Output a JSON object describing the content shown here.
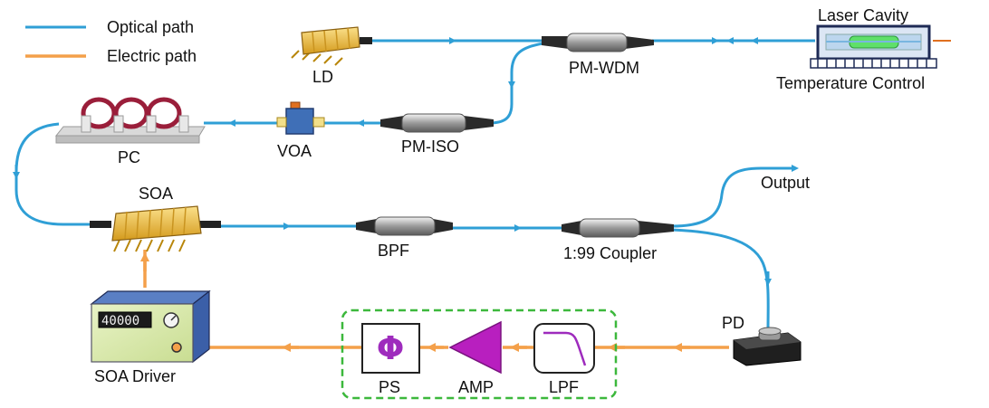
{
  "legend": {
    "optical": "Optical path",
    "electric": "Electric path"
  },
  "components": {
    "ld": "LD",
    "pm_wdm": "PM-WDM",
    "laser_cavity": "Laser Cavity",
    "temperature_control": "Temperature Control",
    "pc": "PC",
    "voa": "VOA",
    "pm_iso": "PM-ISO",
    "soa": "SOA",
    "bpf": "BPF",
    "coupler": "1:99  Coupler",
    "output": "Output",
    "pd": "PD",
    "soa_driver": "SOA Driver",
    "driver_display": "40000",
    "ps": "PS",
    "ps_symbol": "Φ",
    "amp": "AMP",
    "lpf": "LPF"
  },
  "colors": {
    "optical": "#2f9fd6",
    "electric": "#f4a04a",
    "feedback_box": "#3cb83c",
    "amp": "#b81fbf"
  }
}
